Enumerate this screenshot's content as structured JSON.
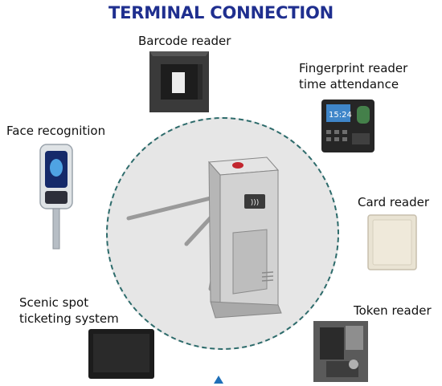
{
  "title": "TERMINAL CONNECTION",
  "colors": {
    "title": "#1f2f8f",
    "circle_border": "#2d6b6b",
    "circle_fill": "#e6e6e6"
  },
  "labels": {
    "barcode": "Barcode reader",
    "fingerprint_line1": "Fingerprint reader",
    "fingerprint_line2": "time attendance",
    "face": "Face recognition",
    "card": "Card reader",
    "scenic_line1": "Scenic spot",
    "scenic_line2": "ticketing system",
    "token": "Token reader"
  },
  "icons": [
    "barcode-reader-image",
    "fingerprint-reader-image",
    "face-recognition-image",
    "card-reader-image",
    "ticketing-monitor-image",
    "token-reader-image",
    "tripod-turnstile-image"
  ]
}
